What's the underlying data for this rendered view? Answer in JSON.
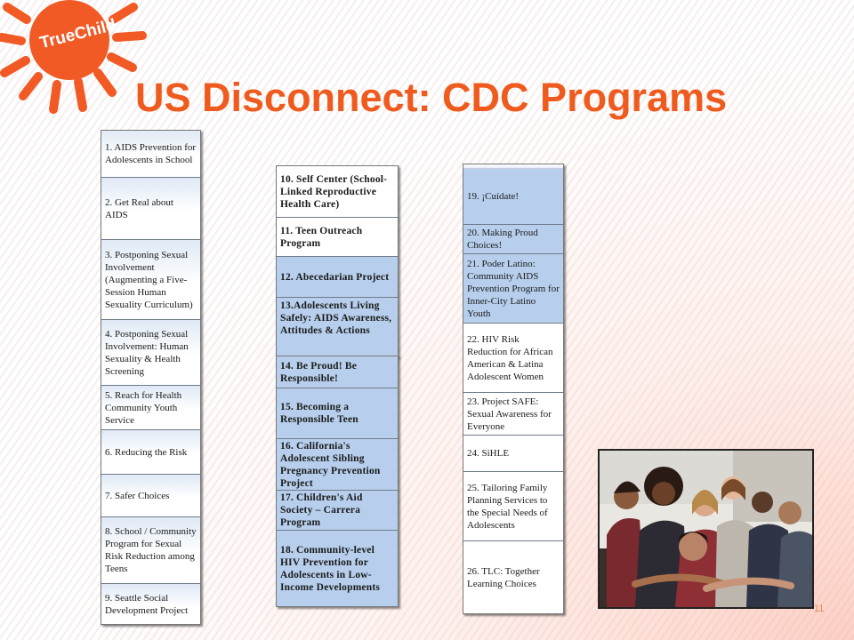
{
  "logo": {
    "text": "TrueChild"
  },
  "title": "US Disconnect: CDC Programs",
  "columns": [
    {
      "items": [
        "1. AIDS Prevention for Adolescents in School",
        "2. Get Real about AIDS",
        "3. Postponing Sexual Involvement (Augmenting a Five-Session Human Sexuality Curriculum)",
        "4. Postponing Sexual Involvement: Human Sexuality & Health Screening",
        "5. Reach for Health Community Youth Service",
        "6. Reducing the Risk",
        "7. Safer Choices",
        "8. School / Community Program for Sexual Risk Reduction among Teens",
        "9. Seattle Social Development Project"
      ]
    },
    {
      "items": [
        "10. Self Center (School-Linked Reproductive Health Care)",
        "11. Teen Outreach Program",
        "12. Abecedarian Project",
        "13.Adolescents Living Safely: AIDS Awareness, Attitudes & Actions"
      ]
    },
    {
      "items": [
        "14. Be Proud! Be Responsible!",
        "15. Becoming a Responsible Teen",
        "16. California's Adolescent Sibling Pregnancy Prevention Project",
        "17. Children's Aid Society – Carrera Program",
        "18. Community-level HIV Prevention for Adolescents in Low-Income Developments"
      ]
    },
    {
      "items": [
        "19. ¡Cuídate!",
        "20. Making Proud Choices!",
        "21. Poder Latino: Community AIDS Prevention Program for Inner-City Latino Youth",
        "22. HIV Risk Reduction for African American & Latina Adolescent Women",
        "23. Project SAFE: Sexual Awareness for Everyone",
        "24. SiHLE",
        "25. Tailoring Family Planning Services to the Special Needs of Adolescents",
        "26. TLC: Together Learning Choices"
      ]
    }
  ],
  "page_number": "11",
  "colors": {
    "accent": "#ef5b1e",
    "cell_shade": "#b7cfec",
    "cell_border": "#6f7b8a"
  },
  "icons": {
    "logo": "sun-icon"
  }
}
